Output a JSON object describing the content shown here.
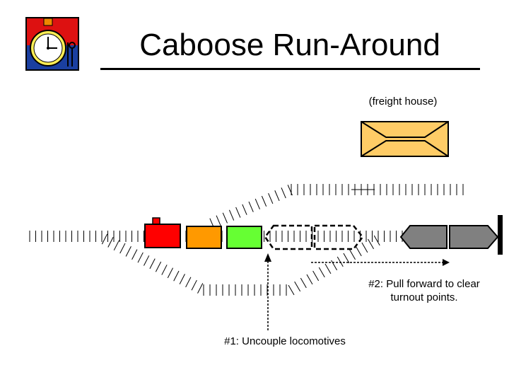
{
  "title": "Caboose Run-Around",
  "labels": {
    "freight_house": "(freight house)",
    "step2": "#2:  Pull forward to clear turnout points.",
    "step1": "#1:  Uncouple locomotives"
  },
  "icons": {
    "logo": "stopwatch-icon"
  },
  "colors": {
    "caboose": "#ff0000",
    "car_orange": "#ff9900",
    "car_green": "#66ff33",
    "locomotive": "#808080",
    "freight_house": "#ffcc66",
    "logo_red": "#dd1111",
    "logo_blue": "#1a3fa0",
    "logo_yellow": "#ffee55"
  }
}
